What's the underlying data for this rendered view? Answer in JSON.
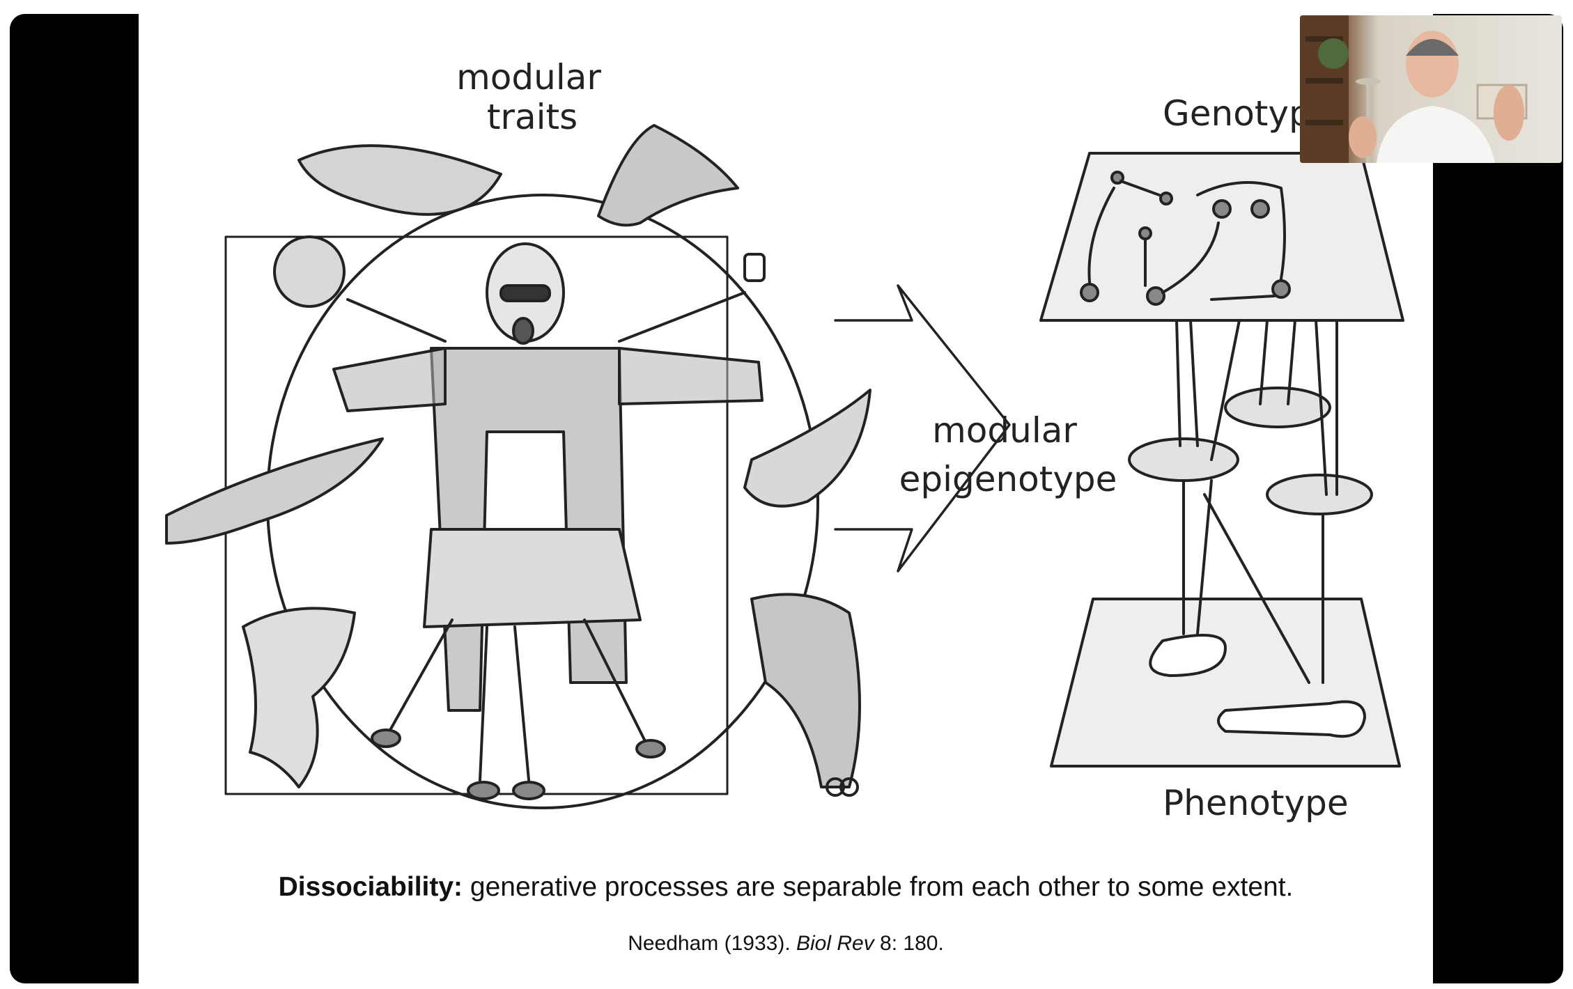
{
  "slide": {
    "labels": {
      "modular_traits_line1": "modular",
      "modular_traits_line2": "traits",
      "modular_epigenotype_line1": "modular",
      "modular_epigenotype_line2": "epigenotype",
      "genotype": "Genotype",
      "phenotype": "Phenotype"
    },
    "caption": {
      "term": "Dissociability:",
      "definition": " generative processes are separable from each other to some extent."
    },
    "reference": {
      "author_year": "Needham (1933). ",
      "journal": "Biol Rev",
      "volume_pages": " 8: 180."
    }
  },
  "colors": {
    "frame": "#000000",
    "slide_background": "#ffffff",
    "ink": "#222222",
    "shading": "#bdbdbd"
  },
  "webcam": {
    "icon": "presenter-video"
  }
}
